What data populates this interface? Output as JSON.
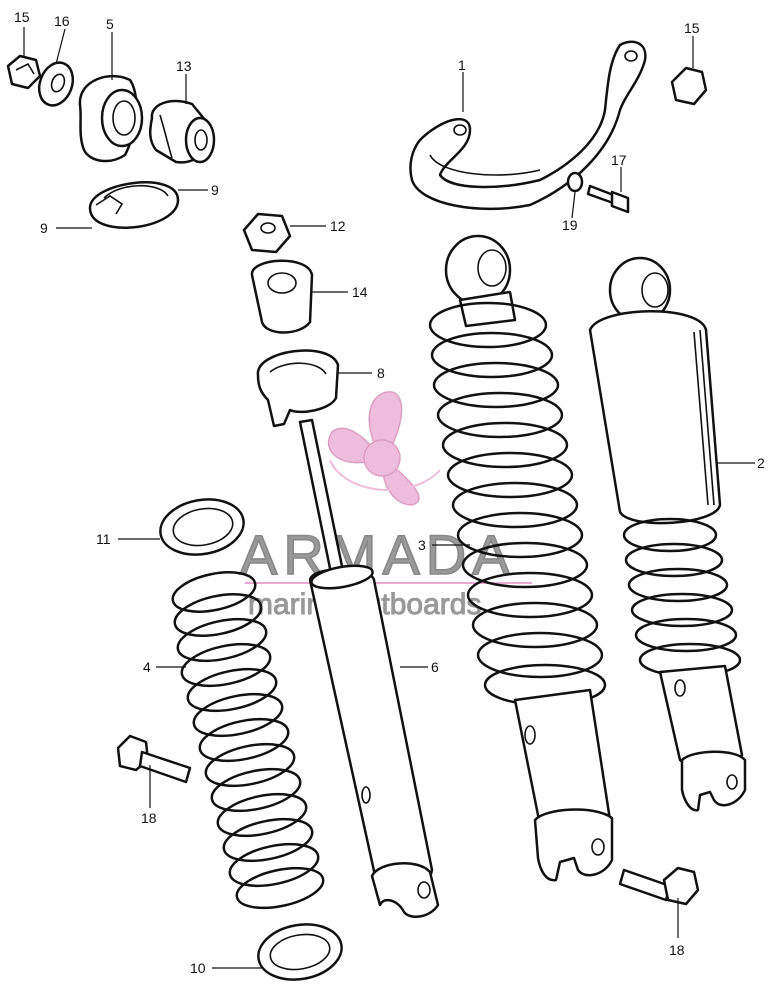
{
  "watermark": {
    "brand": "ARMADA",
    "tagline": "marine outboards",
    "logo_color": "#e9a8cf",
    "text_color": "#999999"
  },
  "callouts": {
    "c1": "1",
    "c2": "2",
    "c3": "3",
    "c4": "4",
    "c5": "5",
    "c6": "6",
    "c8": "8",
    "c9a": "9",
    "c9b": "9",
    "c10": "10",
    "c11": "11",
    "c12": "12",
    "c13": "13",
    "c14": "14",
    "c15a": "15",
    "c15b": "15",
    "c16": "16",
    "c17": "17",
    "c18a": "18",
    "c18b": "18",
    "c19": "19"
  }
}
